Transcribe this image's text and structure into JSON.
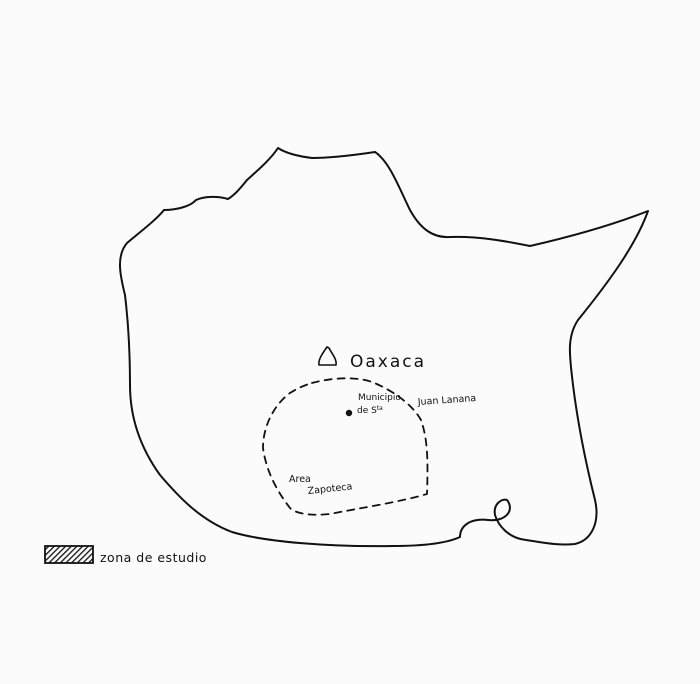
{
  "map": {
    "region_label": "Oaxaca",
    "municipality_line1": "Municipio",
    "municipality_line2": "de S",
    "municipality_line2_sup": "ta",
    "municipality_name": "Juan Lanana",
    "area_line1": "Area",
    "area_line2": "Zapoteca"
  },
  "legend": {
    "label": "zona de estudio"
  },
  "colors": {
    "ink": "#111111",
    "paper": "#fbfbfb"
  }
}
